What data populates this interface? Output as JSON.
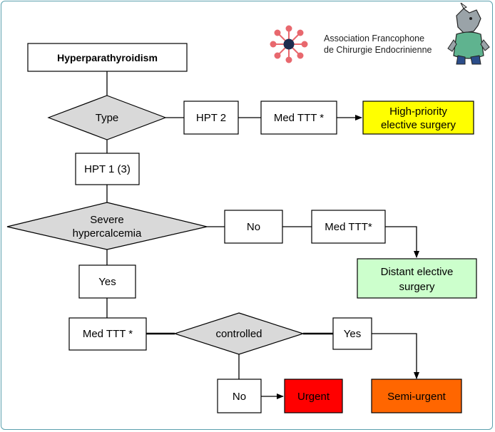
{
  "header": {
    "association_line1": "Association Francophone",
    "association_line2": "de Chirurgie Endocrinienne"
  },
  "colors": {
    "yellow_box": "#ffff00",
    "green_box": "#ccffcc",
    "red_box": "#ff0000",
    "orange_box": "#ff6600",
    "diamond_fill": "#d9d9d9",
    "logo_red": "#e8686e",
    "logo_center": "#1d2b4e"
  },
  "nodes": {
    "hyperparathyroidism": "Hyperparathyroidism",
    "type": "Type",
    "hpt2": "HPT 2",
    "med_ttt_1": "Med TTT *",
    "high_priority_line1": "High-priority",
    "high_priority_line2": "elective surgery",
    "hpt1": "HPT 1 (3)",
    "severe_line1": "Severe",
    "severe_line2": "hypercalcemia",
    "no_1": "No",
    "med_ttt_2": "Med TTT*",
    "distant_line1": "Distant elective",
    "distant_line2": "surgery",
    "yes_1": "Yes",
    "med_ttt_3": "Med TTT *",
    "controlled": "controlled",
    "yes_2": "Yes",
    "no_2": "No",
    "urgent": "Urgent",
    "semi_urgent": "Semi-urgent"
  }
}
